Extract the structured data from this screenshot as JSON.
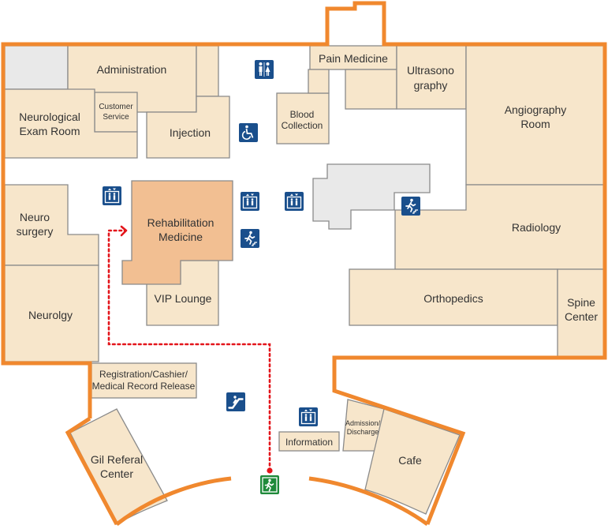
{
  "rooms": {
    "administration": "Administration",
    "neuro_exam": [
      "Neurological",
      "Exam Room"
    ],
    "customer_service": [
      "Customer",
      "Service"
    ],
    "injection": "Injection",
    "pain_medicine": "Pain Medicine",
    "ultrasonography": [
      "Ultrasono",
      "graphy"
    ],
    "blood_collection": [
      "Blood",
      "Collection"
    ],
    "angiography": [
      "Angiography",
      "Room"
    ],
    "neurosurgery": [
      "Neuro",
      "surgery"
    ],
    "rehabilitation": [
      "Rehabilitation",
      "Medicine"
    ],
    "radiology": "Radiology",
    "neurology": "Neurolgy",
    "vip_lounge": "VIP Lounge",
    "orthopedics": "Orthopedics",
    "spine_center": [
      "Spine",
      "Center"
    ],
    "registration": [
      "Registration/Cashier/",
      "Medical Record Release"
    ],
    "gil_referal": [
      "Gil Referal",
      "Center"
    ],
    "information": "Information",
    "admission": [
      "Admission/",
      "Discharge"
    ],
    "cafe": "Cafe"
  },
  "icons": {
    "restroom": "restroom-icon",
    "wheelchair": "wheelchair-icon",
    "elevator": "elevator-icon",
    "emergency_stairs": "emergency-stairs-icon",
    "escalator": "escalator-icon",
    "exit": "exit-icon"
  },
  "colors": {
    "wall": "#f0882e",
    "room": "#f7e6cb",
    "highlight_room": "#f2bf92",
    "icon_blue": "#1a4f8c",
    "exit_green": "#1f8a3a",
    "route": "#e3151b"
  },
  "highlighted_destination": "Rehabilitation Medicine"
}
